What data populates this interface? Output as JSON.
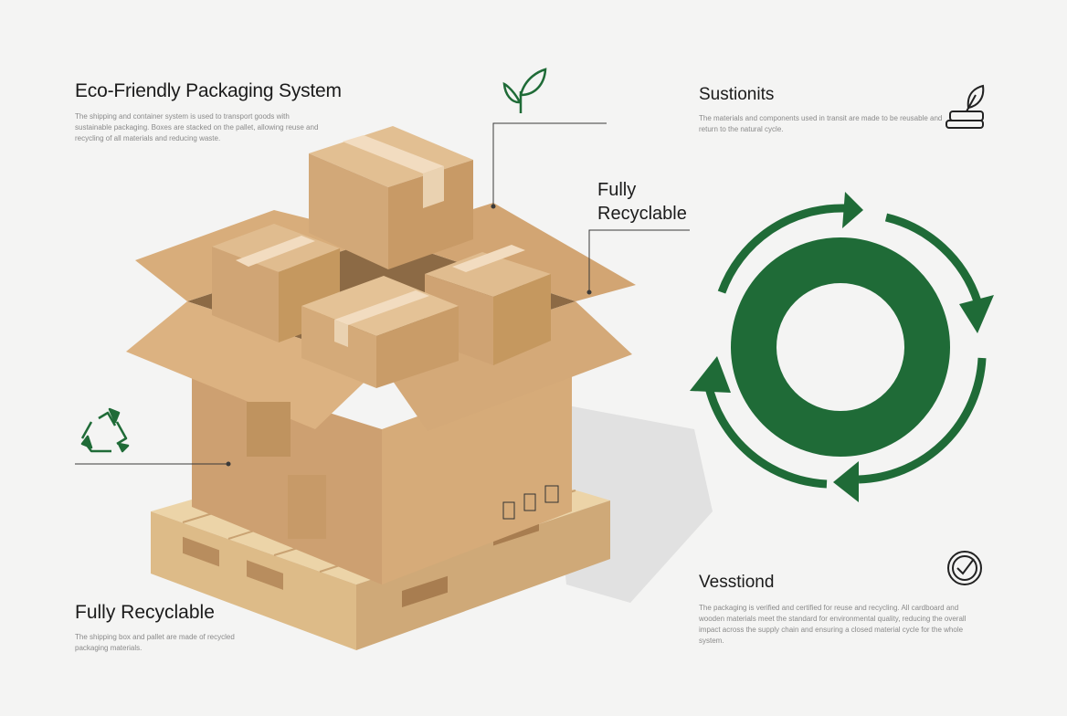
{
  "header": {
    "title": "Eco-Friendly Packaging System",
    "description": "The shipping and container system is used to transport goods with sustainable packaging. Boxes are stacked on the pallet, allowing reuse and recycling of all materials and reducing waste."
  },
  "sustainability": {
    "title": "Sustionits",
    "description": "The materials and components used in transit are made to be reusable and return to the natural cycle."
  },
  "callout_right": {
    "line1": "Fully",
    "line2": "Recyclable"
  },
  "bottom_left": {
    "title": "Fully Recyclable",
    "description": "The shipping box and pallet are made of recycled packaging materials."
  },
  "verification": {
    "title": "Vesstiond",
    "description": "The packaging is verified and certified for reuse and recycling. All cardboard and wooden materials meet the standard for environmental quality, reducing the overall impact across the supply chain and ensuring a closed material cycle for the whole system."
  },
  "icons": {
    "leaf": "leaf-sprout-icon",
    "leaf_hand": "leaf-in-hand-icon",
    "recycle": "recycle-icon",
    "check": "check-badge-icon"
  },
  "colors": {
    "green": "#1f6b37",
    "cardboard": "#d2a877",
    "wood": "#e6c99a"
  }
}
